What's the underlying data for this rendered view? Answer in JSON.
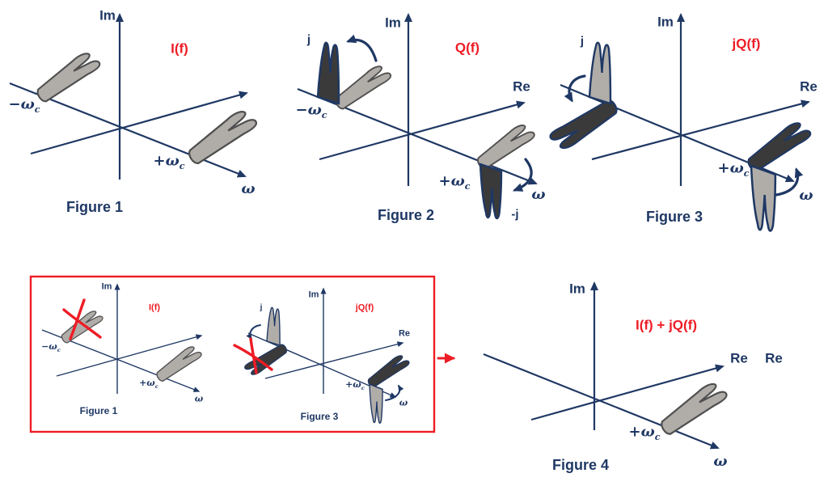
{
  "colors": {
    "navy": "#1f3864",
    "red": "#ee1c25",
    "spectrum_grey": "#b0ada9",
    "spectrum_dark": "#3a3a3a",
    "blob_outline": "#4f4f4f",
    "background": "#ffffff"
  },
  "labels": {
    "im": "Im",
    "re": "Re",
    "omega": "ω",
    "j": "j",
    "minus_j": "-j",
    "minus_omega": "−ω",
    "plus_omega": "+ω",
    "sub_c": "c"
  },
  "figures": {
    "fig1": {
      "caption": "Figure 1",
      "function_label": "I(f)"
    },
    "fig2": {
      "caption": "Figure 2",
      "function_label": "Q(f)"
    },
    "fig3": {
      "caption": "Figure 3",
      "function_label": "jQ(f)"
    },
    "fig4": {
      "caption": "Figure 4",
      "function_label": "I(f) + jQ(f)"
    }
  },
  "inset": {
    "fig1": {
      "caption": "Figure 1",
      "function_label": "I(f)"
    },
    "fig3": {
      "caption": "Figure 3",
      "function_label": "jQ(f)"
    }
  }
}
